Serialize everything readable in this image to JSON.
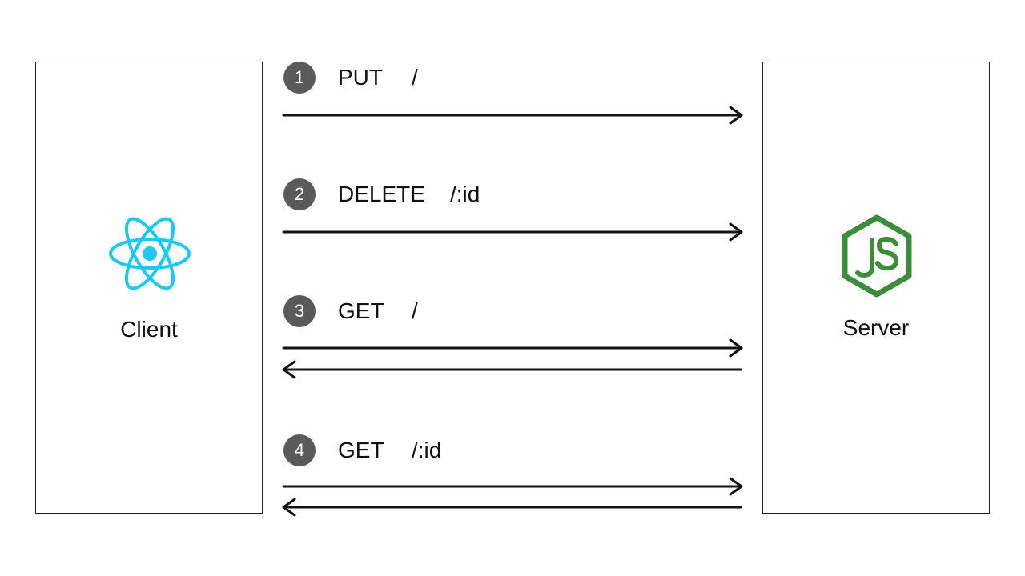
{
  "client": {
    "label": "Client",
    "icon": "react-icon",
    "icon_color": "#1fc8f0"
  },
  "server": {
    "label": "Server",
    "icon": "nodejs-icon",
    "icon_color": "#3c8c3c"
  },
  "steps": [
    {
      "number": "1",
      "method": "PUT",
      "path": "/",
      "arrows": [
        "request"
      ]
    },
    {
      "number": "2",
      "method": "DELETE",
      "path": "/:id",
      "arrows": [
        "request"
      ]
    },
    {
      "number": "3",
      "method": "GET",
      "path": "/",
      "arrows": [
        "request",
        "response"
      ]
    },
    {
      "number": "4",
      "method": "GET",
      "path": "/:id",
      "arrows": [
        "request",
        "response"
      ]
    }
  ],
  "colors": {
    "badge": "#5a5a5a",
    "line": "#111111"
  }
}
